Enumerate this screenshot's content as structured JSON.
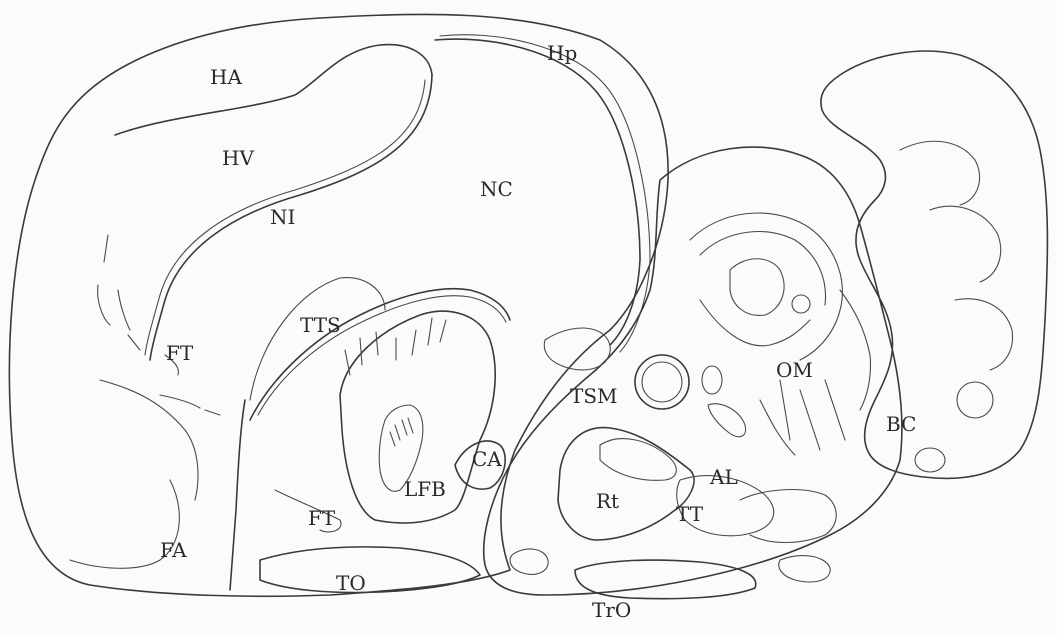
{
  "colors": {
    "paper": "#fbfbfa",
    "ink": "#3a3a3a"
  },
  "labels": {
    "ha": "HA",
    "hv": "HV",
    "ni": "NI",
    "hp": "Hp",
    "nc": "NC",
    "ft_upper": "FT",
    "tts": "TTS",
    "fa": "FA",
    "ft_lower": "FT",
    "lfb": "LFB",
    "ca": "CA",
    "to": "TO",
    "tsm": "TSM",
    "om": "OM",
    "bc": "BC",
    "al": "AL",
    "rt": "Rt",
    "tt": "TT",
    "tro": "TrO"
  }
}
